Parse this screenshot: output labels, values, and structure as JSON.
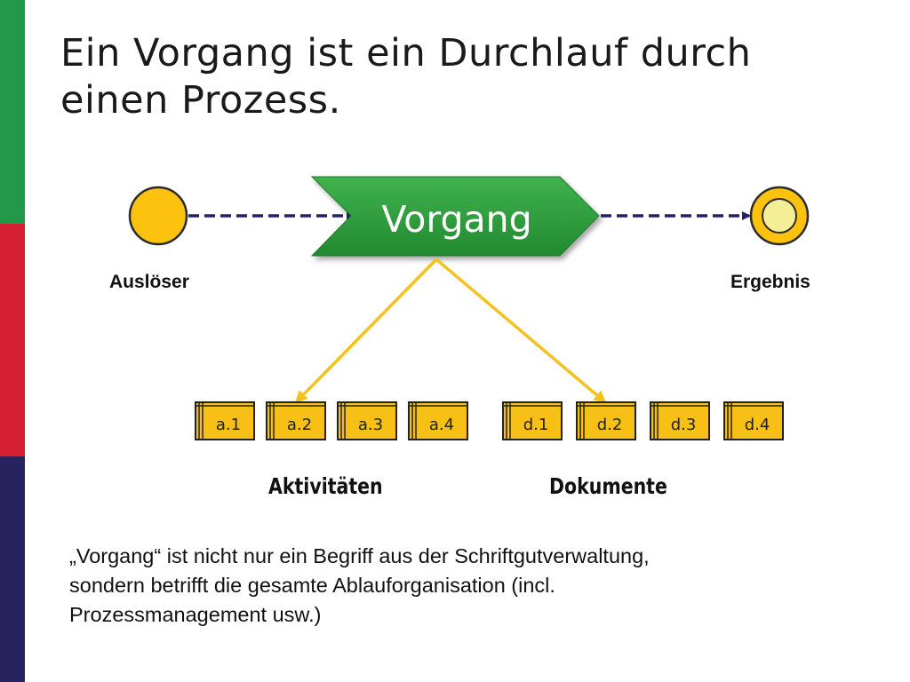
{
  "colors": {
    "stripe_green": "#22984a",
    "stripe_red": "#d61f33",
    "stripe_navy": "#27235e",
    "arrow_dashed": "#24206a",
    "connector": "#f3c21e",
    "vorgang_fill": "#2c9a3c",
    "node_fill": "#fcc20e",
    "box_fill": "#f8c014"
  },
  "title": {
    "line1": "Ein Vorgang ist ein Durchlauf durch",
    "line2": "einen Prozess."
  },
  "diagram": {
    "process_label": "Vorgang",
    "start_label": "Auslöser",
    "end_label": "Ergebnis",
    "activities": [
      "a.1",
      "a.2",
      "a.3",
      "a.4"
    ],
    "documents": [
      "d.1",
      "d.2",
      "d.3",
      "d.4"
    ],
    "activities_label": "Aktivitäten",
    "documents_label": "Dokumente"
  },
  "note": {
    "line1": "„Vorgang“ ist nicht nur ein Begriff aus der Schriftgutverwaltung,",
    "line2": "sondern betrifft die gesamte Ablauforganisation (incl.",
    "line3": "Prozessmanagement usw.)"
  }
}
